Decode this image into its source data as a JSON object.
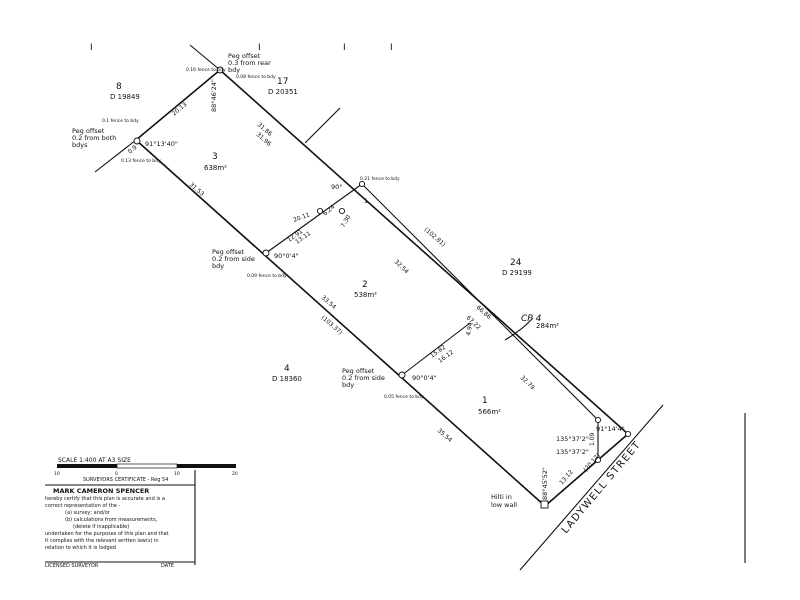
{
  "lots": [
    {
      "id": "1",
      "area": "566m²"
    },
    {
      "id": "2",
      "area": "538m²"
    },
    {
      "id": "3",
      "area": "638m²"
    }
  ],
  "adjoining": [
    {
      "lot": "8",
      "deposit": "D 19849"
    },
    {
      "lot": "17",
      "deposit": "D 20351"
    },
    {
      "lot": "24",
      "deposit": "D 29199"
    },
    {
      "lot": "4",
      "deposit": "D 18360"
    }
  ],
  "common_property": {
    "label": "CP 4",
    "area": "284m²"
  },
  "street": "LADYWELL    STREET",
  "pegs": [
    {
      "title": "Peg offset",
      "detail": "0.3 from rear",
      "extra": "bdy"
    },
    {
      "title": "Peg offset",
      "detail": "0.2 from both",
      "extra": "bdys"
    },
    {
      "title": "Peg offset",
      "detail": "0.2 from side",
      "extra": "bdy"
    },
    {
      "title": "Peg offset",
      "detail": "0.2 from side",
      "extra": "bdy"
    }
  ],
  "fence_notes": [
    "0.16 fence to bdy",
    "0.08 fence to bdy",
    "0.1 fence to bdy",
    "0.13 fence to bdy",
    "0.21 fence to bdy",
    "0.09 fence to bdy",
    "0.05 fence to bdy"
  ],
  "hilti_note": [
    "Hilti in",
    "low wall"
  ],
  "bearings": [
    "88°46'24\"",
    "91°13'40\"",
    "90°",
    "90°0'4\"",
    "90°0'4\"",
    "91°14'4\"",
    "135°37'2\"",
    "135°37'2\"",
    "88°45'52\""
  ],
  "dimensions": [
    "20.13",
    "31.86",
    "31.96",
    "31.53",
    "20.11",
    "12.91",
    "13.11",
    "6.24",
    "(102.81)",
    "32.54",
    "33.54",
    "(103.37)",
    "66.86",
    "67.22",
    "15.82",
    "16.12",
    "32.79",
    "35.54",
    "13.12",
    "(20.12)",
    "1.09",
    "7.30",
    "4.94",
    "0.9",
    "1"
  ],
  "scale_bar": {
    "title": "SCALE 1:400 AT A3 SIZE",
    "ticks": [
      "10",
      "0",
      "10",
      "20"
    ]
  },
  "certificate": {
    "heading": "SURVEYORS CERTIFICATE - Reg 54",
    "name": "MARK CAMERON SPENCER",
    "lines": [
      "hereby certify that this plan is accurate and is a",
      "correct representation of the -",
      "(a) survey; and/or",
      "(b) calculations from measurements,",
      "(delete if inapplicable)",
      "undertaken for the purposes of this plan and that",
      "it complies with the relevant written law(s) in",
      "relation to which it is lodged"
    ],
    "footer_left": "LICENSED SURVEYOR",
    "footer_right": "DATE"
  },
  "title_block_marks": [
    "I",
    "I",
    "I",
    "I"
  ]
}
